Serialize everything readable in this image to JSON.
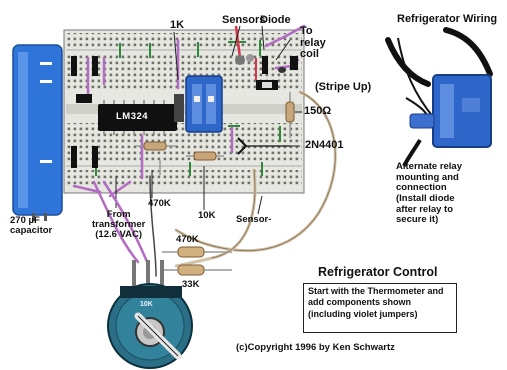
{
  "diagram": {
    "ic_label": "LM324",
    "labels": {
      "capacitor": "270 µF\ncapacitor",
      "transformer": "From\ntransformer\n(12.6 VAC)",
      "r_1k": "1K",
      "sensors": "Sensors",
      "diode": "Diode",
      "relay_coil": "To\nrelay\ncoil",
      "stripe_up": "(Stripe Up)",
      "r_150": "150Ω",
      "transistor": "2N4401",
      "r_470k_a": "470K",
      "r_10k": "10K",
      "sensor_minus": "Sensor-",
      "r_470k_b": "470K",
      "r_33k": "33K",
      "pot": "10K"
    },
    "fridge": {
      "title": "Refrigerator Wiring",
      "relay_note": "Alternate relay\nmounting and\nconnection\n(Install diode\nafter relay to\nsecure it)"
    },
    "control": {
      "title": "Refrigerator Control",
      "instructions": "Start with the Thermometer and add components shown (including violet jumpers)"
    },
    "copyright": "(c)Copyright 1996 by Ken Schwartz",
    "colors": {
      "board": "#e6e7e1",
      "capacitor": "#2f74d8",
      "relay": "#2f66c9",
      "pot_body": "#2a6f86",
      "jumper_violet": "#b36bc3",
      "wire_red": "#d8354b",
      "wire_green": "#2d8a3a",
      "wire_black": "#111111"
    }
  }
}
